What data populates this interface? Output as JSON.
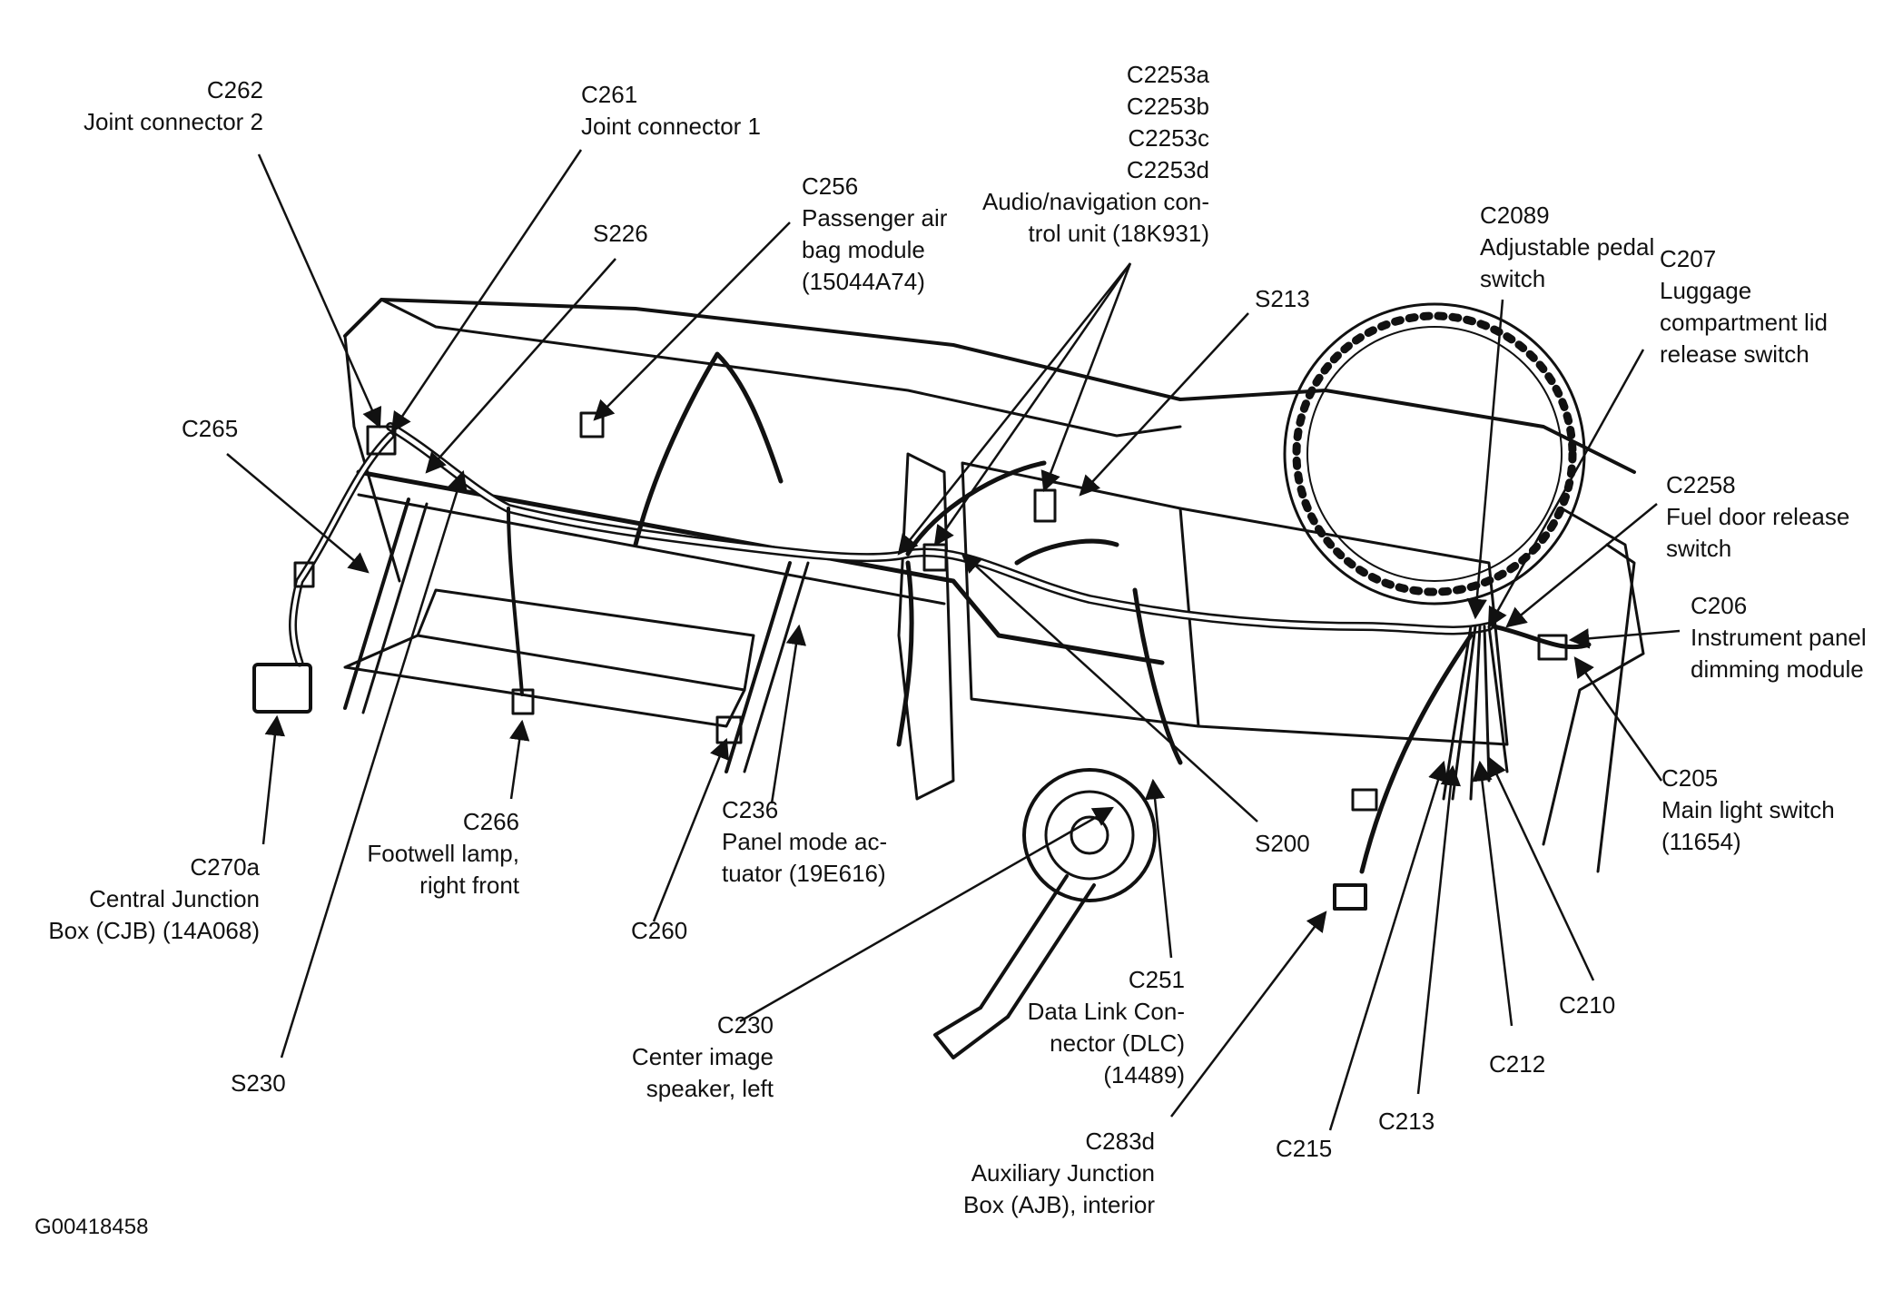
{
  "figure_id": "G00418458",
  "callouts": {
    "c262": [
      "C262",
      "Joint connector 2"
    ],
    "c261": [
      "C261",
      "Joint connector 1"
    ],
    "c256": [
      "C256",
      "Passenger air",
      "bag module",
      "(15044A74)"
    ],
    "c2253": [
      "C2253a",
      "C2253b",
      "C2253c",
      "C2253d",
      "Audio/navigation con-",
      "trol unit (18K931)"
    ],
    "s226": [
      "S226"
    ],
    "s213": [
      "S213"
    ],
    "c2089": [
      "C2089",
      "Adjustable pedal",
      "switch"
    ],
    "c207": [
      "C207",
      "Luggage",
      "compartment lid",
      "release switch"
    ],
    "c265": [
      "C265"
    ],
    "c2258": [
      "C2258",
      "Fuel door release",
      "switch"
    ],
    "c206": [
      "C206",
      "Instrument panel",
      "dimming module"
    ],
    "c205": [
      "C205",
      "Main light switch",
      "(11654)"
    ],
    "c270a": [
      "C270a",
      "Central Junction",
      "Box (CJB) (14A068)"
    ],
    "c266": [
      "C266",
      "Footwell lamp,",
      "right front"
    ],
    "c236": [
      "C236",
      "Panel mode ac-",
      "tuator (19E616)"
    ],
    "s200": [
      "S200"
    ],
    "c260": [
      "C260"
    ],
    "c251": [
      "C251",
      "Data Link Con-",
      "nector (DLC)",
      "(14489)"
    ],
    "c230": [
      "C230",
      "Center image",
      "speaker, left"
    ],
    "s230": [
      "S230"
    ],
    "c210": [
      "C210"
    ],
    "c212": [
      "C212"
    ],
    "c213": [
      "C213"
    ],
    "c215": [
      "C215"
    ],
    "c283d": [
      "C283d",
      "Auxiliary Junction",
      "Box (AJB), interior"
    ]
  }
}
